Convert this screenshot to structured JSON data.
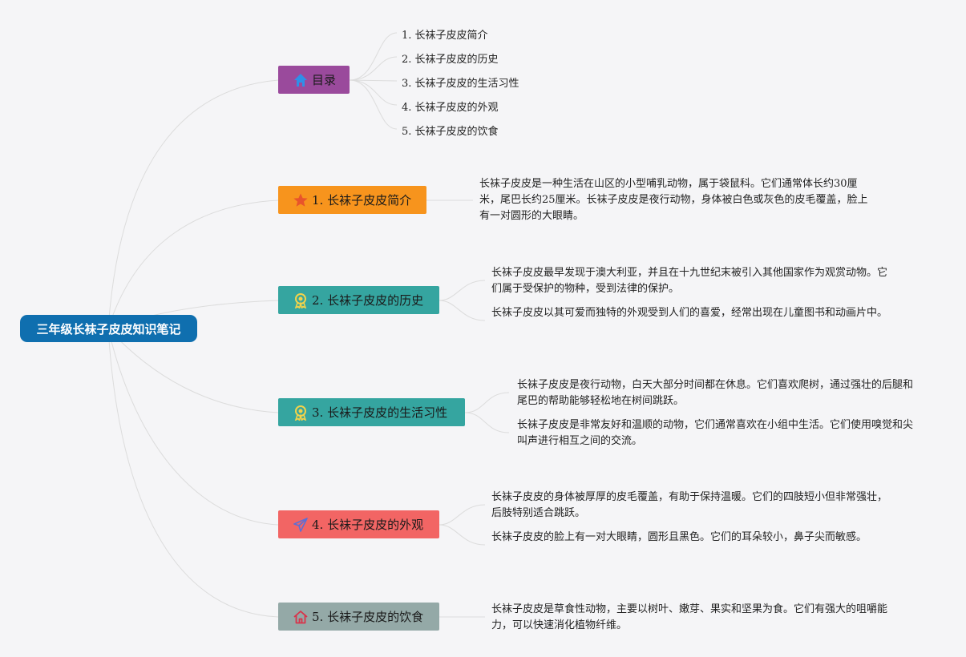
{
  "root": {
    "title": "三年级长袜子皮皮知识笔记"
  },
  "branches": [
    {
      "label": "目录",
      "icon": "home-icon",
      "color": "#9a4a9c"
    },
    {
      "label": "1. 长袜子皮皮简介",
      "icon": "star-icon",
      "color": "#f7941d"
    },
    {
      "label": "2. 长袜子皮皮的历史",
      "icon": "award-icon",
      "color": "#35a5a0"
    },
    {
      "label": "3. 长袜子皮皮的生活习性",
      "icon": "award-icon",
      "color": "#35a5a0"
    },
    {
      "label": "4. 长袜子皮皮的外观",
      "icon": "paper-plane-icon",
      "color": "#f26564"
    },
    {
      "label": "5. 长袜子皮皮的饮食",
      "icon": "house-outline-icon",
      "color": "#94a9a7"
    }
  ],
  "toc": [
    "1. 长袜子皮皮简介",
    "2. 长袜子皮皮的历史",
    "3. 长袜子皮皮的生活习性",
    "4. 长袜子皮皮的外观",
    "5. 长袜子皮皮的饮食"
  ],
  "notes": {
    "intro": [
      "长袜子皮皮是一种生活在山区的小型哺乳动物，属于袋鼠科。它们通常体长约30厘米，尾巴长约25厘米。长袜子皮皮是夜行动物，身体被白色或灰色的皮毛覆盖，脸上有一对圆形的大眼睛。"
    ],
    "history": [
      "长袜子皮皮最早发现于澳大利亚，并且在十九世纪末被引入其他国家作为观赏动物。它们属于受保护的物种，受到法律的保护。",
      "长袜子皮皮以其可爱而独特的外观受到人们的喜爱，经常出现在儿童图书和动画片中。"
    ],
    "habits": [
      "长袜子皮皮是夜行动物，白天大部分时间都在休息。它们喜欢爬树，通过强壮的后腿和尾巴的帮助能够轻松地在树间跳跃。",
      "长袜子皮皮是非常友好和温顺的动物，它们通常喜欢在小组中生活。它们使用嗅觉和尖叫声进行相互之间的交流。"
    ],
    "appearance": [
      "长袜子皮皮的身体被厚厚的皮毛覆盖，有助于保持温暖。它们的四肢短小但非常强壮，后肢特别适合跳跃。",
      "长袜子皮皮的脸上有一对大眼睛，圆形且黑色。它们的耳朵较小，鼻子尖而敏感。"
    ],
    "diet": [
      "长袜子皮皮是草食性动物，主要以树叶、嫩芽、果实和坚果为食。它们有强大的咀嚼能力，可以快速消化植物纤维。"
    ]
  }
}
